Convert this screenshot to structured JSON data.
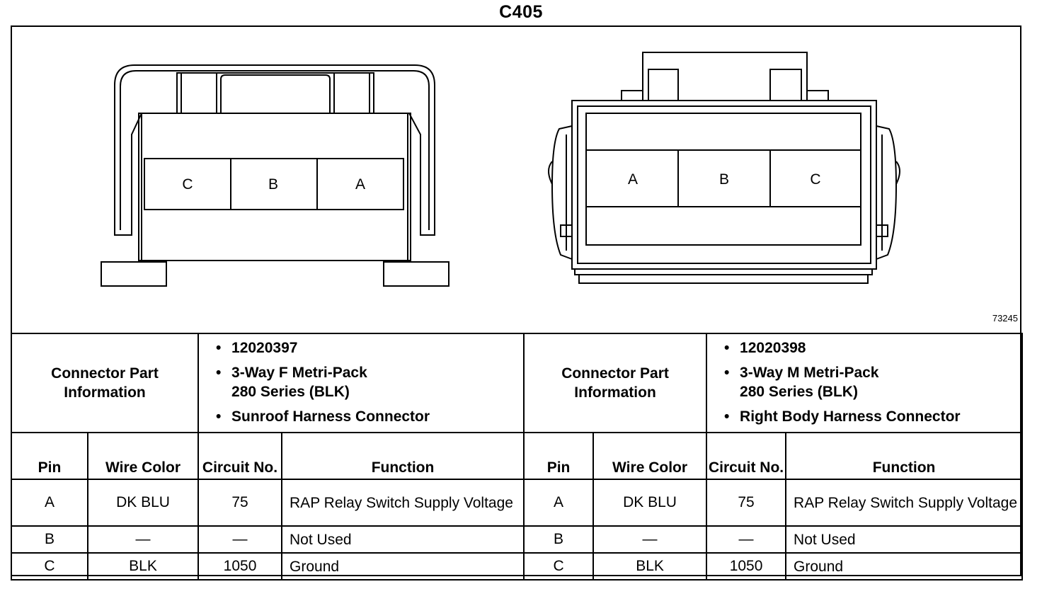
{
  "title": "C405",
  "figure_number": "73245",
  "connectors": [
    {
      "pins_drawn": [
        "C",
        "B",
        "A"
      ],
      "info_label": "Connector Part Information",
      "part_info": [
        "12020397",
        "3-Way F Metri-Pack",
        "280 Series (BLK)",
        "Sunroof Harness Connector"
      ],
      "headers": {
        "pin": "Pin",
        "wire_color": "Wire Color",
        "circuit": "Circuit No.",
        "function": "Function"
      },
      "rows": [
        {
          "pin": "A",
          "wire_color": "DK BLU",
          "circuit": "75",
          "function": "RAP Relay Switch Supply Voltage"
        },
        {
          "pin": "B",
          "wire_color": "—",
          "circuit": "—",
          "function": "Not Used"
        },
        {
          "pin": "C",
          "wire_color": "BLK",
          "circuit": "1050",
          "function": "Ground"
        }
      ]
    },
    {
      "pins_drawn": [
        "A",
        "B",
        "C"
      ],
      "info_label": "Connector Part Information",
      "part_info": [
        "12020398",
        "3-Way M Metri-Pack",
        "280 Series (BLK)",
        "Right Body Harness Connector"
      ],
      "headers": {
        "pin": "Pin",
        "wire_color": "Wire Color",
        "circuit": "Circuit No.",
        "function": "Function"
      },
      "rows": [
        {
          "pin": "A",
          "wire_color": "DK BLU",
          "circuit": "75",
          "function": "RAP Relay Switch Supply Voltage"
        },
        {
          "pin": "B",
          "wire_color": "—",
          "circuit": "—",
          "function": "Not Used"
        },
        {
          "pin": "C",
          "wire_color": "BLK",
          "circuit": "1050",
          "function": "Ground"
        }
      ]
    }
  ]
}
